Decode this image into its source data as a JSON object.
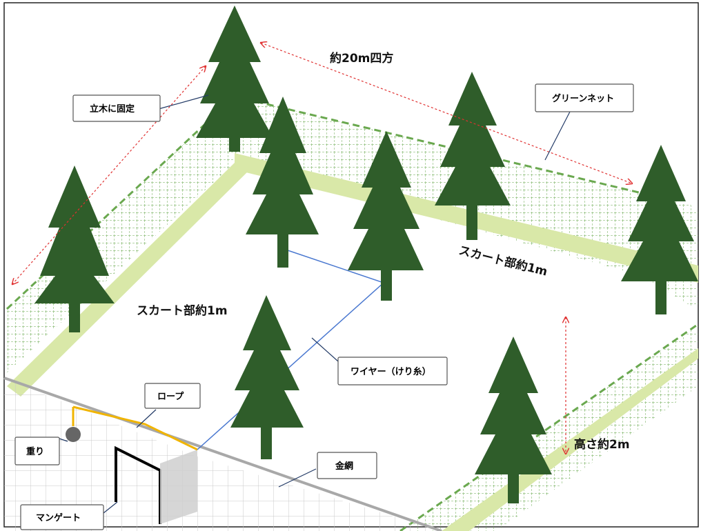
{
  "labels": {
    "area": "約20m四方",
    "skirt_back": "スカート部約1m",
    "skirt_left": "スカート部約1m",
    "height": "高さ約2m"
  },
  "callouts": {
    "fix_to_tree": "立木に固定",
    "green_net": "グリーンネット",
    "wire": "ワイヤー（けり糸）",
    "rope": "ロープ",
    "weight": "重り",
    "wire_mesh": "金網",
    "man_gate": "マンゲート"
  },
  "colors": {
    "net": "#6aa84f",
    "skirt": "#d9e8a8",
    "tree": "#2f5d2a",
    "trunk": "#2f5d2a",
    "rope": "#f0b400",
    "wire": "#4a78d0",
    "dimension": "#e03030",
    "mesh": "#b0b0b0"
  }
}
